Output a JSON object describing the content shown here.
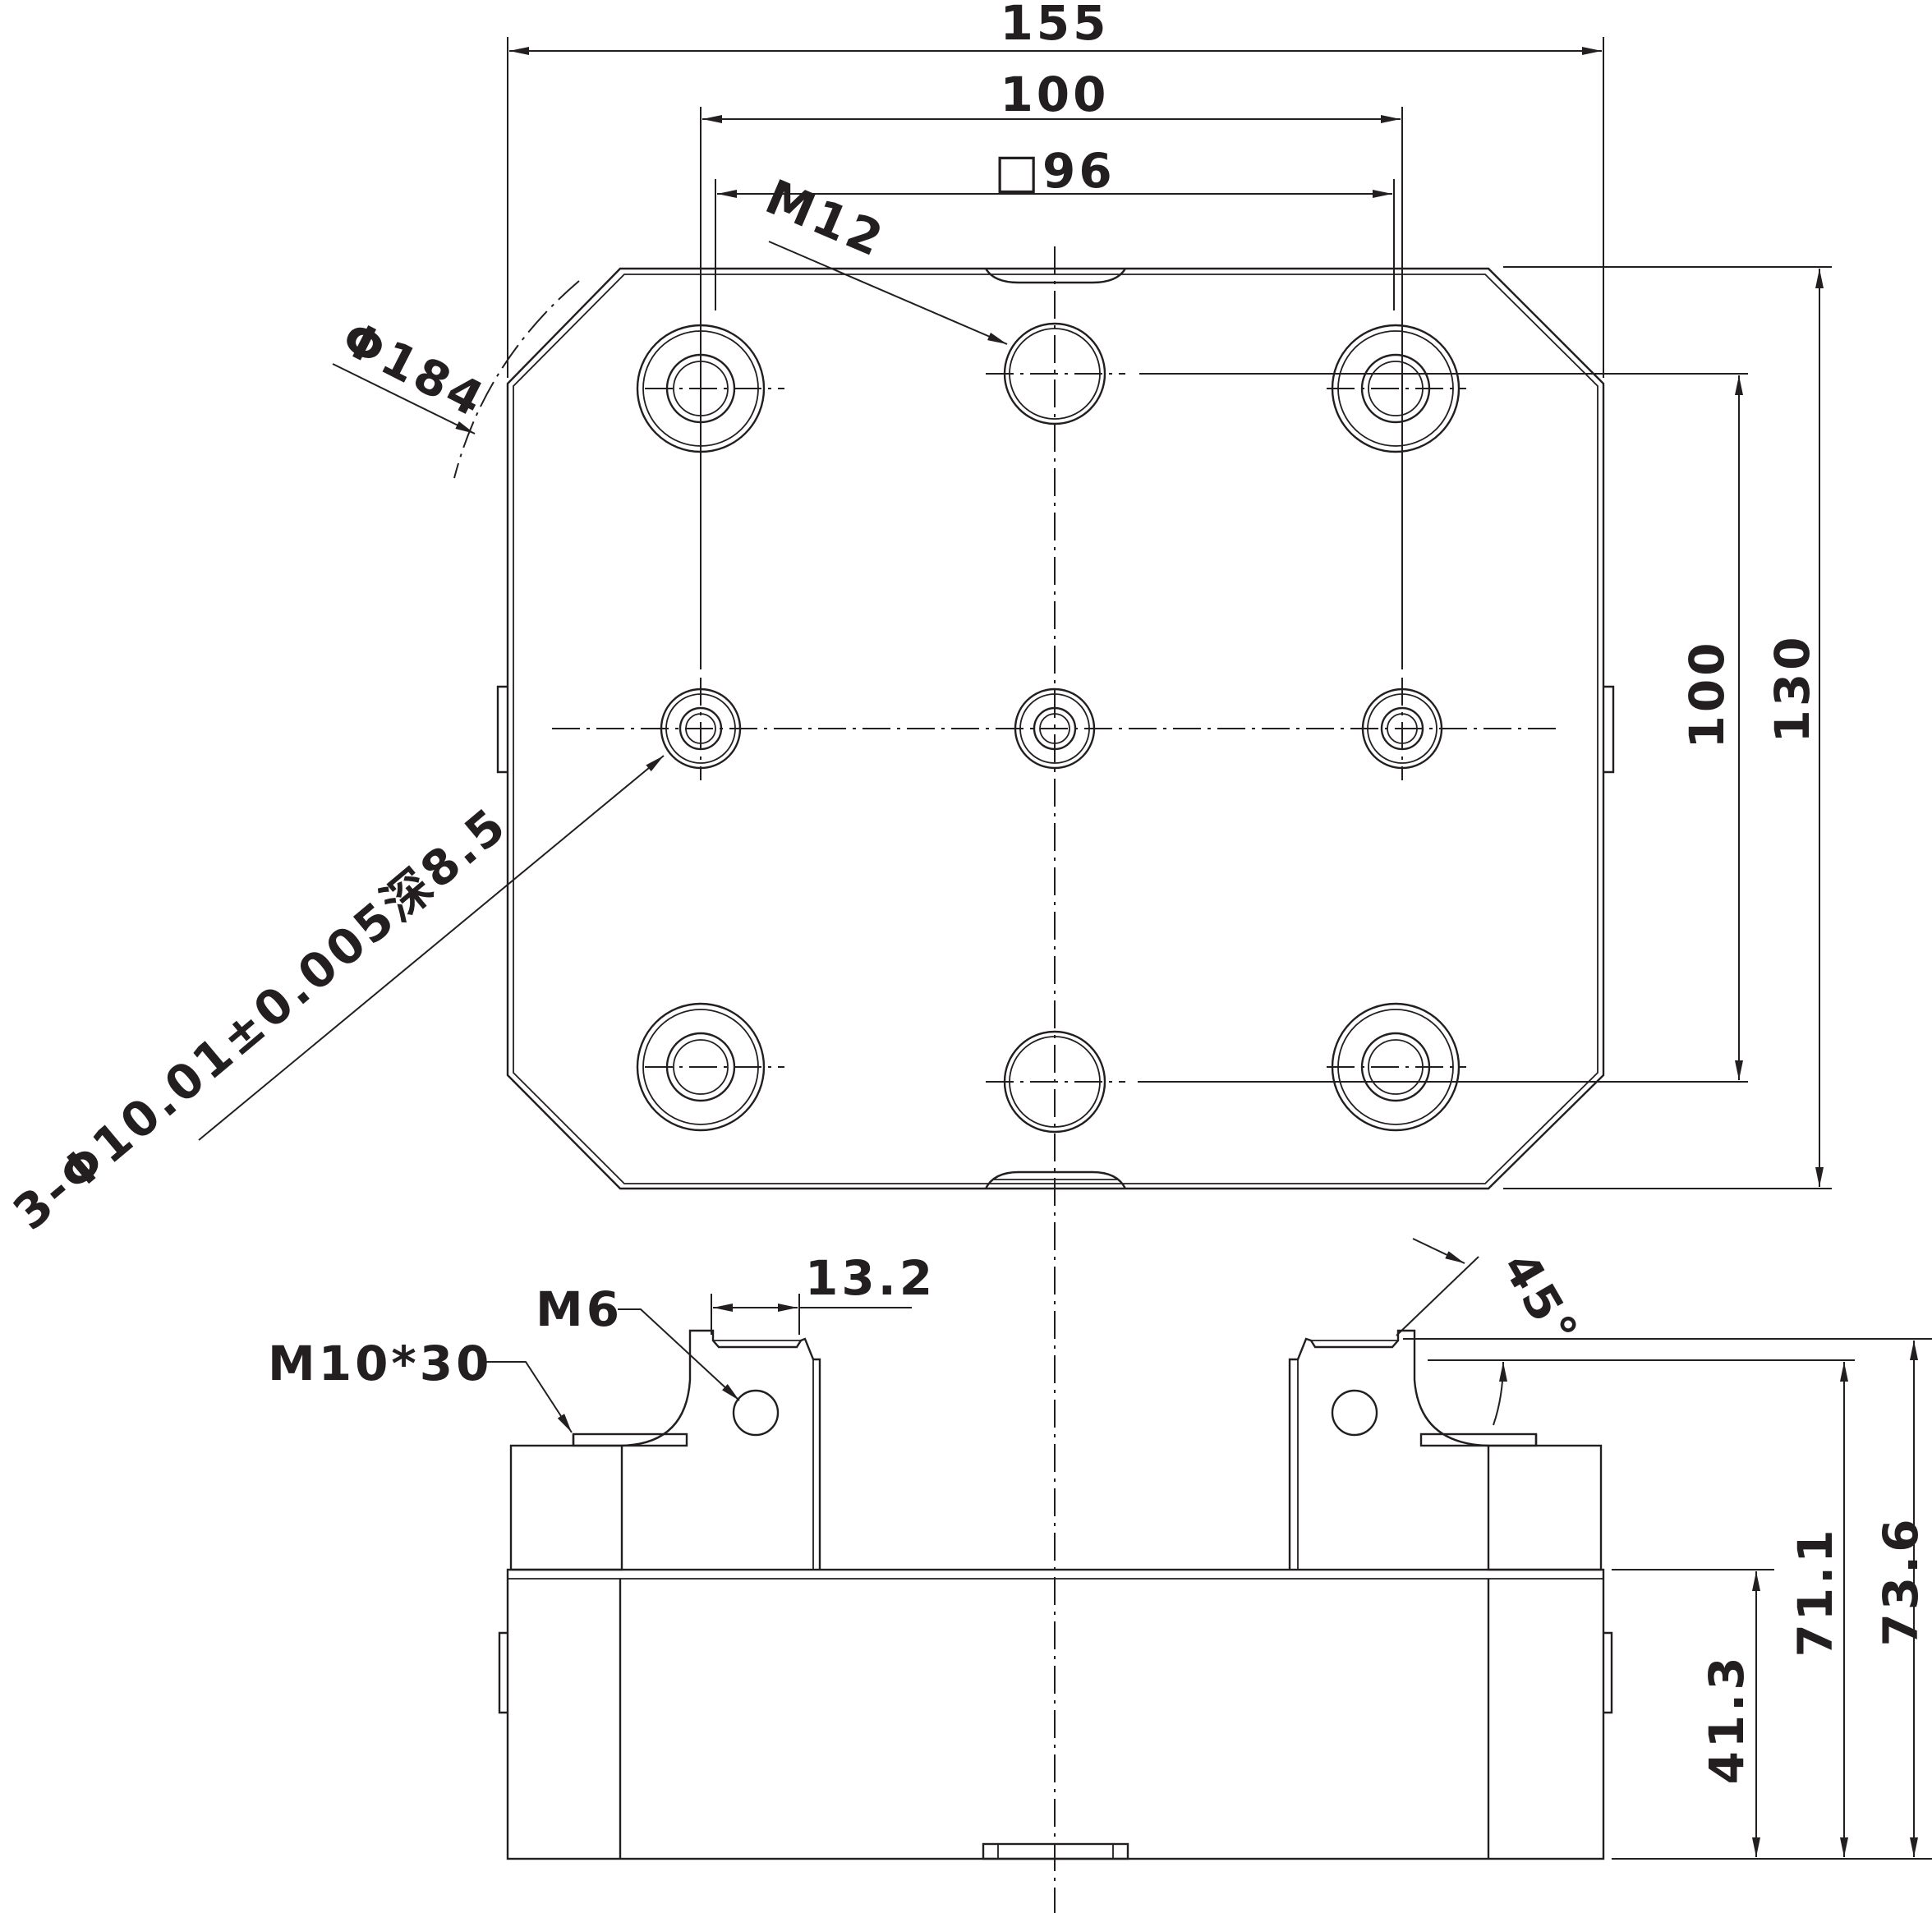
{
  "dimensions": {
    "top_width_155": "155",
    "top_width_100": "100",
    "square_96": "□96",
    "thread_m12": "M12",
    "diameter_184": "Φ184",
    "right_height_100": "100",
    "right_height_130": "130",
    "pin_holes": "3-Φ10.01±0.005深8.5",
    "thread_m6": "M6",
    "bolt_m10": "M10*30",
    "offset_13_2": "13.2",
    "angle_45": "45°",
    "height_41_3": "41.3",
    "height_71_1": "71.1",
    "height_73_6": "73.6"
  }
}
